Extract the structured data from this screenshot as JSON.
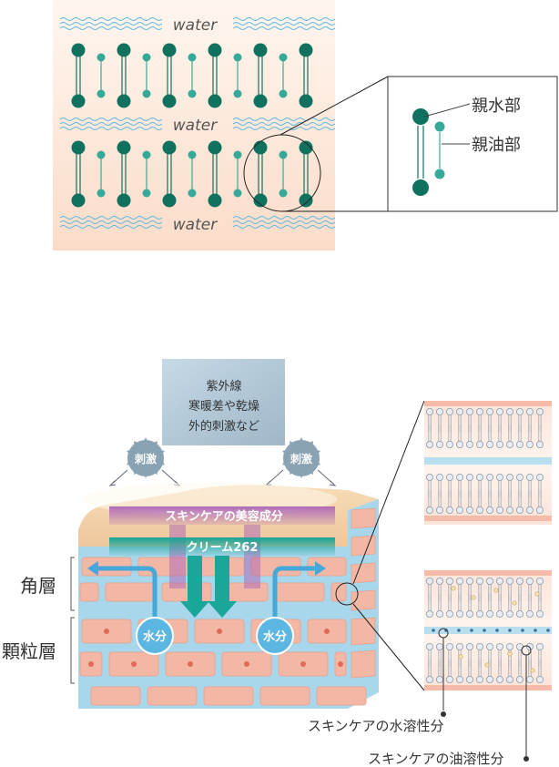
{
  "top_diagram": {
    "water_label": "water",
    "legend": {
      "hydrophilic": "親水部",
      "lipophilic": "親油部"
    }
  },
  "skin_diagram": {
    "stressors": [
      "紫外線",
      "寒暖差や乾燥",
      "外的刺激など"
    ],
    "irritation_label": "刺激",
    "skincare_label": "スキンケアの美容成分",
    "cream_label": "クリーム262",
    "moisture_label": "水分",
    "layer_stratum_corneum": "角層",
    "layer_granular": "顆粒層",
    "water_soluble": "スキンケアの水溶性分",
    "oil_soluble": "スキンケアの油溶性分"
  },
  "colors": {
    "lipid_head": "#10715f",
    "lipid_tail": "#37a99a",
    "water_wave": "#5fb6dd",
    "cream_band": "#1aa79a",
    "skincare_band": "#b06bb4",
    "moisture_blue": "#44a8d8",
    "cell_pink": "#f3b8a5"
  }
}
